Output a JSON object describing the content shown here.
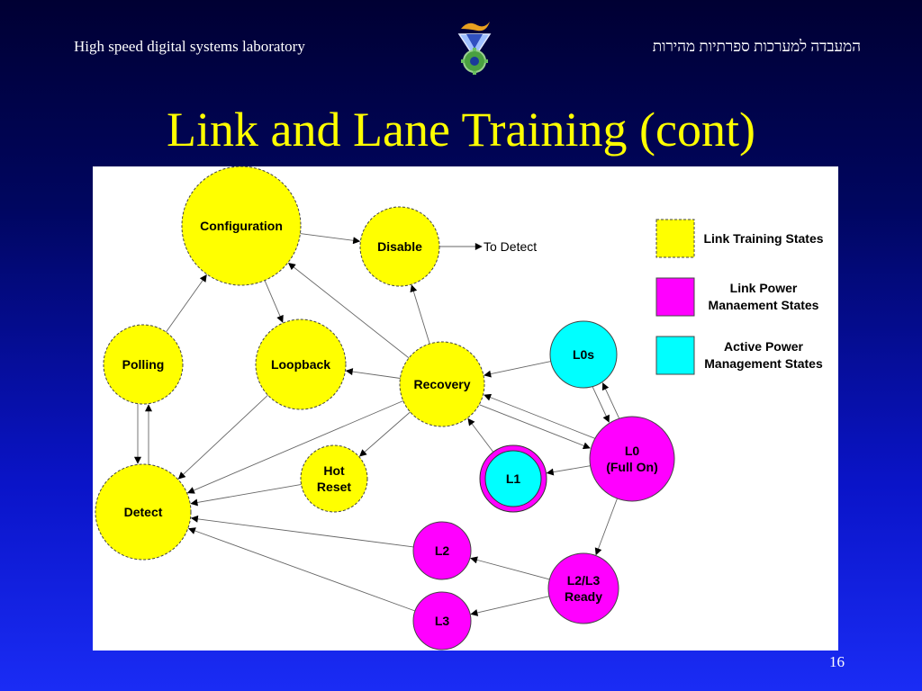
{
  "header": {
    "left": "High speed digital systems laboratory",
    "right": "המעבדה למערכות ספרתיות מהירות"
  },
  "title": "Link and Lane Training (cont)",
  "page_number": "16",
  "colors": {
    "training": "#ffff00",
    "power": "#ff00ff",
    "active_power": "#00ffff",
    "title": "#ffff00"
  },
  "diagram": {
    "nodes": [
      {
        "id": "configuration",
        "label": [
          "Configuration"
        ],
        "category": "training"
      },
      {
        "id": "disable",
        "label": [
          "Disable"
        ],
        "category": "training"
      },
      {
        "id": "polling",
        "label": [
          "Polling"
        ],
        "category": "training"
      },
      {
        "id": "loopback",
        "label": [
          "Loopback"
        ],
        "category": "training"
      },
      {
        "id": "recovery",
        "label": [
          "Recovery"
        ],
        "category": "training"
      },
      {
        "id": "detect",
        "label": [
          "Detect"
        ],
        "category": "training"
      },
      {
        "id": "hot-reset",
        "label": [
          "Hot",
          "Reset"
        ],
        "category": "training"
      },
      {
        "id": "l0s",
        "label": [
          "L0s"
        ],
        "category": "active_power"
      },
      {
        "id": "l0",
        "label": [
          "L0",
          "(Full On)"
        ],
        "category": "power"
      },
      {
        "id": "l1",
        "label": [
          "L1"
        ],
        "category": "active_power",
        "outer_ring": "power"
      },
      {
        "id": "l2",
        "label": [
          "L2"
        ],
        "category": "power"
      },
      {
        "id": "l2l3",
        "label": [
          "L2/L3",
          "Ready"
        ],
        "category": "power"
      },
      {
        "id": "l3",
        "label": [
          "L3"
        ],
        "category": "power"
      }
    ],
    "edges": [
      {
        "from": "configuration",
        "to": "disable"
      },
      {
        "from": "configuration",
        "to": "loopback"
      },
      {
        "from": "polling",
        "to": "configuration"
      },
      {
        "from": "polling",
        "to": "detect"
      },
      {
        "from": "detect",
        "to": "polling"
      },
      {
        "from": "loopback",
        "to": "detect"
      },
      {
        "from": "recovery",
        "to": "configuration"
      },
      {
        "from": "recovery",
        "to": "disable"
      },
      {
        "from": "recovery",
        "to": "loopback"
      },
      {
        "from": "recovery",
        "to": "hot-reset"
      },
      {
        "from": "recovery",
        "to": "detect"
      },
      {
        "from": "recovery",
        "to": "l0"
      },
      {
        "from": "l0",
        "to": "recovery"
      },
      {
        "from": "l0s",
        "to": "recovery"
      },
      {
        "from": "l0s",
        "to": "l0"
      },
      {
        "from": "l0",
        "to": "l0s"
      },
      {
        "from": "l0",
        "to": "l1"
      },
      {
        "from": "l1",
        "to": "recovery"
      },
      {
        "from": "l0",
        "to": "l2l3"
      },
      {
        "from": "l2l3",
        "to": "l2"
      },
      {
        "from": "l2l3",
        "to": "l3"
      },
      {
        "from": "hot-reset",
        "to": "detect"
      },
      {
        "from": "l2",
        "to": "detect"
      },
      {
        "from": "l3",
        "to": "detect"
      },
      {
        "from": "disable",
        "to": "to-detect"
      }
    ],
    "to_detect_label": "To Detect",
    "legend": [
      {
        "label": [
          "Link Training States"
        ],
        "category": "training"
      },
      {
        "label": [
          "Link Power",
          "Manaement States"
        ],
        "category": "power"
      },
      {
        "label": [
          "Active Power",
          "Management States"
        ],
        "category": "active_power"
      }
    ]
  }
}
